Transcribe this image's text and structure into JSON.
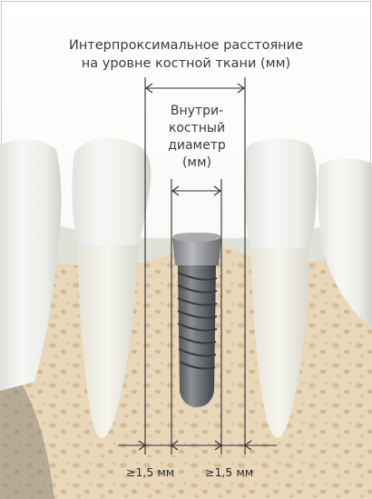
{
  "diagram": {
    "title_lines": [
      "Интерпроксимальное расстояние",
      "на уровне костной ткани (мм)"
    ],
    "inner_label_lines": [
      "Внутри-",
      "костный",
      "диаметр",
      "(мм)"
    ],
    "bottom_measurements": [
      "≥1,5 мм",
      "≥1,5 мм"
    ]
  },
  "colors": {
    "background": "#ffffff",
    "bone": "#e8d7b9",
    "bone_pore": "#d7c2a0",
    "tooth": "#eef0ec",
    "gum": "#d8dacf",
    "implant": "#6d6f72",
    "line": "#2f2f2f",
    "text": "#3a3a3a"
  }
}
